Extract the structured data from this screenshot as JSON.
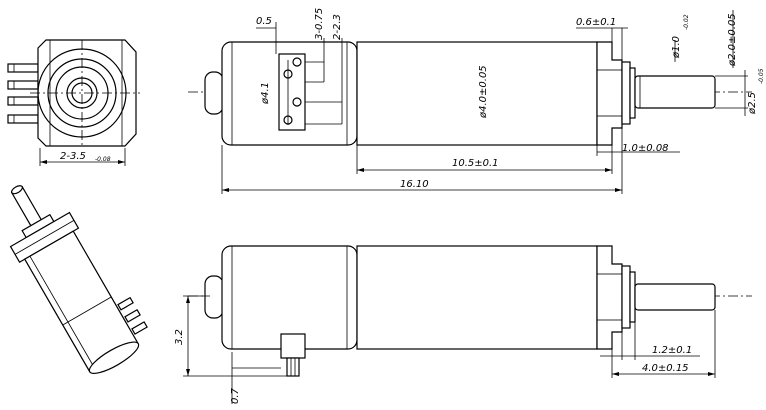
{
  "end_view": {
    "width_dim": "2-3.5",
    "width_tol": "-0.08"
  },
  "top_view": {
    "dim_0_5": "0.5",
    "dim_3_075": "3-0.75",
    "dim_2_23": "2-2.3",
    "dim_06": "0.6±0.1",
    "dia_10": "ø1.0",
    "dia_10_tol": "-0.02",
    "dia_20": "ø2.0±0.05",
    "dia_25": "ø2.5",
    "dia_25_tol": "-0.05",
    "dia_41": "ø4.1",
    "dia_40": "ø4.0±0.05",
    "dim_10_008": "1.0±0.08",
    "dim_105": "10.5±0.1",
    "dim_1610": "16.10"
  },
  "side_view": {
    "dim_32": "3.2",
    "dim_07": "0.7",
    "dim_12": "1.2±0.1",
    "dim_40_015": "4.0±0.15"
  }
}
